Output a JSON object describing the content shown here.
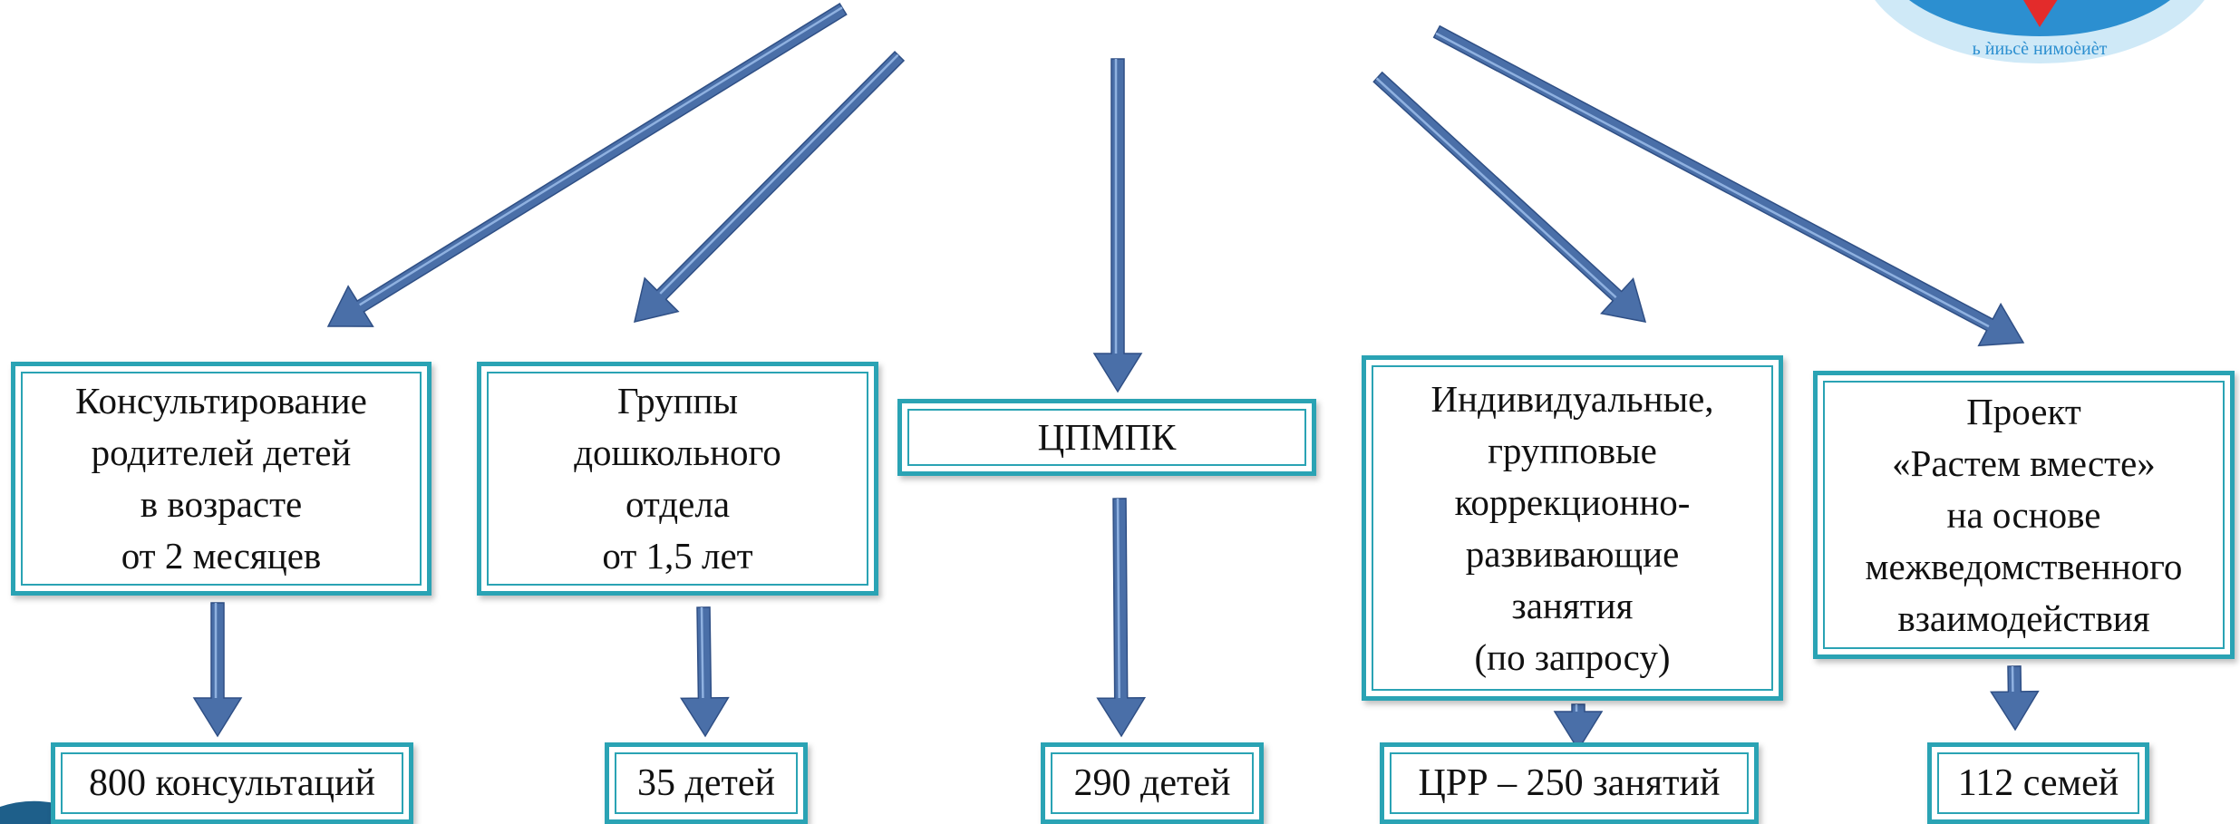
{
  "colors": {
    "arrow_fill": "#4a6fa8",
    "arrow_highlight": "#8fb1e0",
    "box_border": "#2aa3b4",
    "corner_accent": "#1e5f8a",
    "logo_blue": "#2c8fd0",
    "logo_red": "#e32b2b"
  },
  "diagram": {
    "categories": [
      {
        "label": "Консультирование\nродителей  детей\nв возрасте\nот 2  месяцев",
        "result": "800 консультаций"
      },
      {
        "label": "Группы\nдошкольного\nотдела\nот 1,5 лет",
        "result": "35 детей"
      },
      {
        "label": "ЦПМПК",
        "result": "290 детей"
      },
      {
        "label": "Индивидуальные,\nгрупповые\nкоррекционно-\nразвивающие\nзанятия\n(по запросу)",
        "result": "ЦРР – 250 занятий"
      },
      {
        "label": "Проект\n«Растем  вместе»\nна основе\nмежведомственного\nвзаимодействия",
        "result": "112 семей"
      }
    ]
  },
  "logo": {
    "icon": "heart-logo-icon",
    "partial_text": "ь  ѝиьсѐ  нимоѐиѐт"
  }
}
